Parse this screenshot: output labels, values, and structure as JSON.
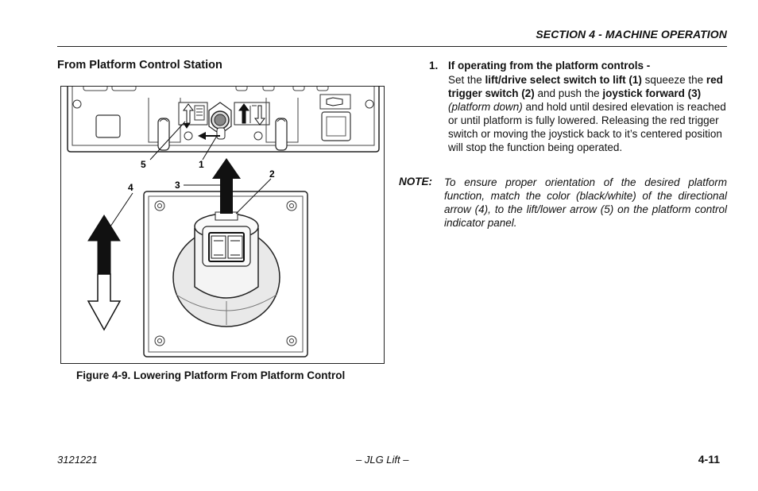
{
  "header": {
    "section_title": "SECTION 4 - MACHINE OPERATION"
  },
  "left": {
    "heading": "From Platform Control Station",
    "figure": {
      "callouts": {
        "c1": "1",
        "c2": "2",
        "c3": "3",
        "c4": "4",
        "c5": "5"
      },
      "caption": "Figure 4-9.  Lowering Platform From Platform Control"
    }
  },
  "step": {
    "number": "1.",
    "title": "If operating from the platform controls -",
    "body": {
      "t1": "Set the ",
      "b1": "lift/drive select switch to lift (1)",
      "t2": " squeeze the ",
      "b2": "red trigger switch (2)",
      "t3": " and push the ",
      "b3": "joystick forward (3)",
      "t4": " ",
      "i1": "(platform down)",
      "t5": " and hold until desired elevation is reached or until platform is fully lowered. Releasing the red trigger switch or moving the joystick back to it’s centered position will stop the function being operated."
    }
  },
  "note": {
    "label": "NOTE:",
    "text": "To ensure proper orientation of the desired platform function, match the color (black/white) of the directional arrow (4), to the lift/lower arrow (5) on the platform control indicator panel."
  },
  "footer": {
    "doc_number": "3121221",
    "center": "– JLG Lift –",
    "page": "4-11"
  }
}
